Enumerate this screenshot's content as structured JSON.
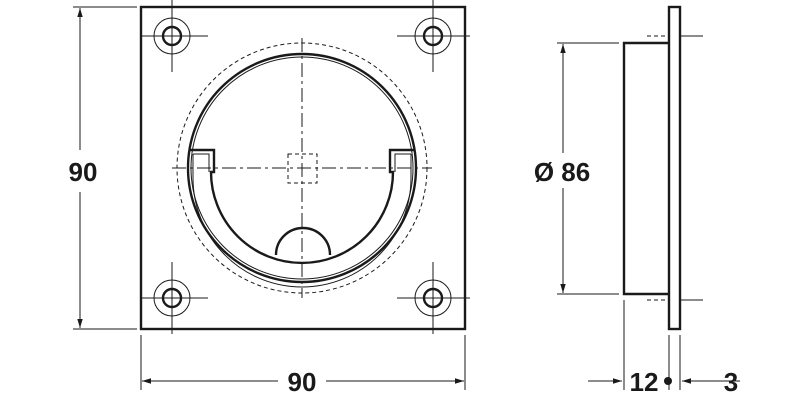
{
  "front_view": {
    "height_label": "90",
    "width_label": "90"
  },
  "side_view": {
    "diameter_label": "Ø 86",
    "depth_label": "12",
    "flange_label": "3"
  },
  "colors": {
    "line": "#1a1a1a",
    "background": "#ffffff"
  }
}
